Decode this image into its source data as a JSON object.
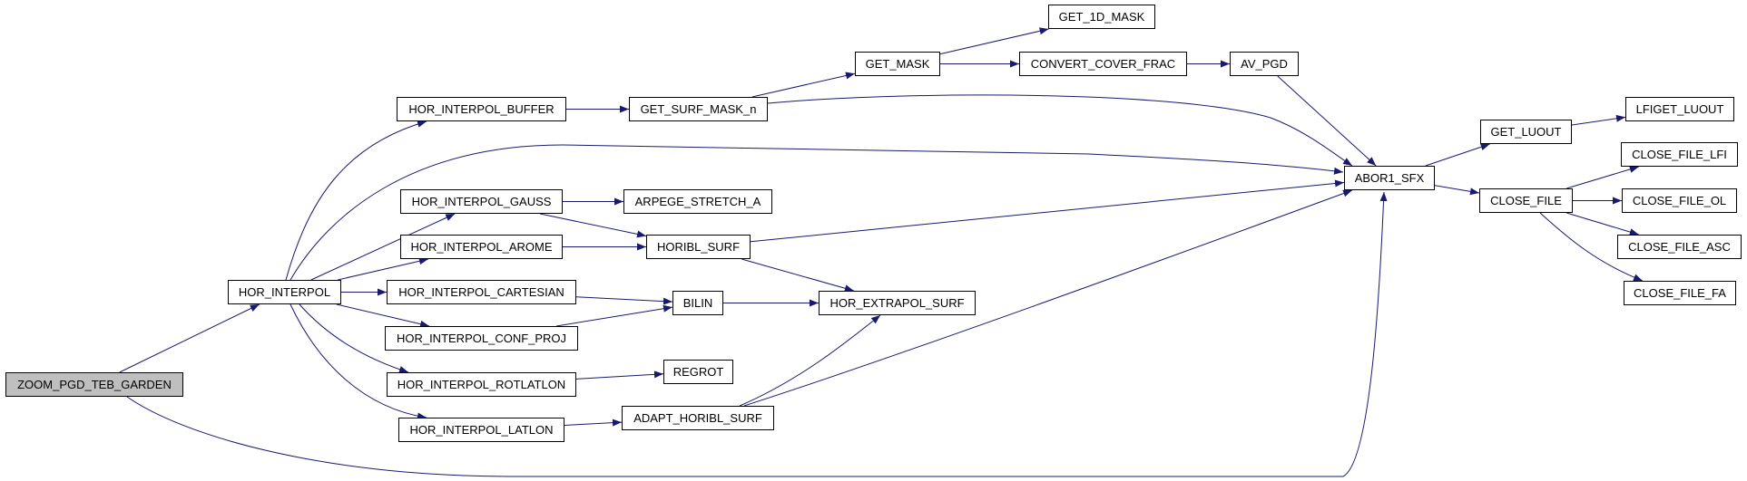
{
  "graph": {
    "title": "Call graph of ZOOM_PGD_TEB_GARDEN",
    "edge_color": "#191970",
    "root_fill": "#bfbfbf",
    "nodes": [
      {
        "id": "zoom_pgd_teb_garden",
        "label": "ZOOM_PGD_TEB_GARDEN",
        "root": true
      },
      {
        "id": "hor_interpol",
        "label": "HOR_INTERPOL"
      },
      {
        "id": "hor_interpol_buffer",
        "label": "HOR_INTERPOL_BUFFER"
      },
      {
        "id": "get_surf_mask_n",
        "label": "GET_SURF_MASK_n"
      },
      {
        "id": "get_mask",
        "label": "GET_MASK"
      },
      {
        "id": "get_1d_mask",
        "label": "GET_1D_MASK"
      },
      {
        "id": "convert_cover_frac",
        "label": "CONVERT_COVER_FRAC"
      },
      {
        "id": "av_pgd",
        "label": "AV_PGD"
      },
      {
        "id": "abor1_sfx",
        "label": "ABOR1_SFX"
      },
      {
        "id": "get_luout",
        "label": "GET_LUOUT"
      },
      {
        "id": "lfiget_luout",
        "label": "LFIGET_LUOUT"
      },
      {
        "id": "close_file",
        "label": "CLOSE_FILE"
      },
      {
        "id": "close_file_lfi",
        "label": "CLOSE_FILE_LFI"
      },
      {
        "id": "close_file_ol",
        "label": "CLOSE_FILE_OL"
      },
      {
        "id": "close_file_asc",
        "label": "CLOSE_FILE_ASC"
      },
      {
        "id": "close_file_fa",
        "label": "CLOSE_FILE_FA"
      },
      {
        "id": "hor_interpol_gauss",
        "label": "HOR_INTERPOL_GAUSS"
      },
      {
        "id": "arpege_stretch_a",
        "label": "ARPEGE_STRETCH_A"
      },
      {
        "id": "hor_interpol_arome",
        "label": "HOR_INTERPOL_AROME"
      },
      {
        "id": "horibl_surf",
        "label": "HORIBL_SURF"
      },
      {
        "id": "hor_interpol_cartesian",
        "label": "HOR_INTERPOL_CARTESIAN"
      },
      {
        "id": "bilin",
        "label": "BILIN"
      },
      {
        "id": "hor_extrapol_surf",
        "label": "HOR_EXTRAPOL_SURF"
      },
      {
        "id": "hor_interpol_conf_proj",
        "label": "HOR_INTERPOL_CONF_PROJ"
      },
      {
        "id": "hor_interpol_rotlatlon",
        "label": "HOR_INTERPOL_ROTLATLON"
      },
      {
        "id": "regrot",
        "label": "REGROT"
      },
      {
        "id": "hor_interpol_latlon",
        "label": "HOR_INTERPOL_LATLON"
      },
      {
        "id": "adapt_horibl_surf",
        "label": "ADAPT_HORIBL_SURF"
      }
    ],
    "edges": [
      {
        "from": "zoom_pgd_teb_garden",
        "to": "hor_interpol"
      },
      {
        "from": "zoom_pgd_teb_garden",
        "to": "abor1_sfx"
      },
      {
        "from": "hor_interpol",
        "to": "hor_interpol_buffer"
      },
      {
        "from": "hor_interpol",
        "to": "abor1_sfx"
      },
      {
        "from": "hor_interpol",
        "to": "hor_interpol_gauss"
      },
      {
        "from": "hor_interpol",
        "to": "hor_interpol_arome"
      },
      {
        "from": "hor_interpol",
        "to": "hor_interpol_cartesian"
      },
      {
        "from": "hor_interpol",
        "to": "hor_interpol_conf_proj"
      },
      {
        "from": "hor_interpol",
        "to": "hor_interpol_rotlatlon"
      },
      {
        "from": "hor_interpol",
        "to": "hor_interpol_latlon"
      },
      {
        "from": "hor_interpol_buffer",
        "to": "get_surf_mask_n"
      },
      {
        "from": "get_surf_mask_n",
        "to": "get_mask"
      },
      {
        "from": "get_surf_mask_n",
        "to": "abor1_sfx"
      },
      {
        "from": "get_mask",
        "to": "get_1d_mask"
      },
      {
        "from": "get_mask",
        "to": "convert_cover_frac"
      },
      {
        "from": "convert_cover_frac",
        "to": "av_pgd"
      },
      {
        "from": "av_pgd",
        "to": "abor1_sfx"
      },
      {
        "from": "abor1_sfx",
        "to": "get_luout"
      },
      {
        "from": "abor1_sfx",
        "to": "close_file"
      },
      {
        "from": "get_luout",
        "to": "lfiget_luout"
      },
      {
        "from": "close_file",
        "to": "close_file_lfi"
      },
      {
        "from": "close_file",
        "to": "close_file_ol"
      },
      {
        "from": "close_file",
        "to": "close_file_asc"
      },
      {
        "from": "close_file",
        "to": "close_file_fa"
      },
      {
        "from": "hor_interpol_gauss",
        "to": "arpege_stretch_a"
      },
      {
        "from": "hor_interpol_gauss",
        "to": "horibl_surf"
      },
      {
        "from": "hor_interpol_arome",
        "to": "horibl_surf"
      },
      {
        "from": "horibl_surf",
        "to": "abor1_sfx"
      },
      {
        "from": "horibl_surf",
        "to": "hor_extrapol_surf"
      },
      {
        "from": "hor_interpol_cartesian",
        "to": "bilin"
      },
      {
        "from": "hor_interpol_conf_proj",
        "to": "bilin"
      },
      {
        "from": "bilin",
        "to": "hor_extrapol_surf"
      },
      {
        "from": "hor_interpol_rotlatlon",
        "to": "regrot"
      },
      {
        "from": "hor_interpol_latlon",
        "to": "adapt_horibl_surf"
      },
      {
        "from": "adapt_horibl_surf",
        "to": "hor_extrapol_surf"
      },
      {
        "from": "adapt_horibl_surf",
        "to": "abor1_sfx"
      }
    ]
  }
}
